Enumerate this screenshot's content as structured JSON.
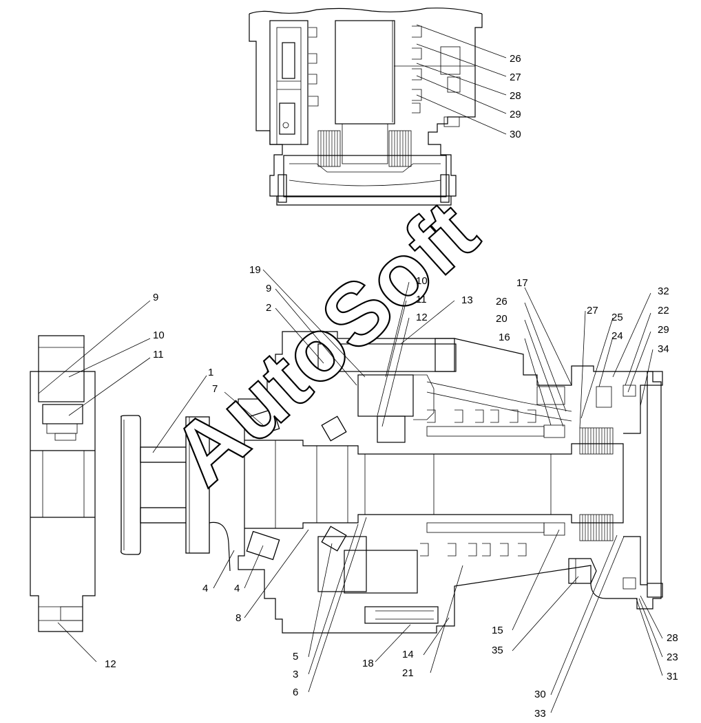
{
  "watermark": "AutoSoft",
  "labels": {
    "1": "1",
    "2": "2",
    "3": "3",
    "4a": "4",
    "4b": "4",
    "5": "5",
    "6": "6",
    "7": "7",
    "8": "8",
    "9a": "9",
    "9b": "9",
    "10a": "10",
    "10b": "10",
    "11a": "11",
    "11b": "11",
    "12a": "12",
    "12b": "12",
    "13": "13",
    "14": "14",
    "15": "15",
    "16": "16",
    "17": "17",
    "18": "18",
    "19": "19",
    "20": "20",
    "21": "21",
    "22": "22",
    "23": "23",
    "24": "24",
    "25": "25",
    "26a": "26",
    "26b": "26",
    "27a": "27",
    "27b": "27",
    "28a": "28",
    "28b": "28",
    "29a": "29",
    "29b": "29",
    "30a": "30",
    "30b": "30",
    "31": "31",
    "32": "32",
    "33": "33",
    "34": "34",
    "35": "35"
  }
}
